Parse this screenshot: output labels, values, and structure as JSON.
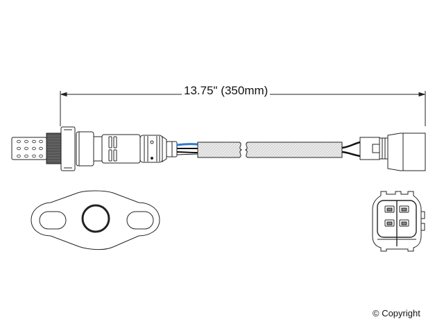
{
  "diagram": {
    "subject": "oxygen-sensor",
    "dimension_label": "13.75\" (350mm)",
    "copyright_label": "© Copyright",
    "parts": [
      {
        "name": "sensor-body",
        "icon": "oxygen-sensor-icon"
      },
      {
        "name": "wire-harness",
        "icon": "cable-icon"
      },
      {
        "name": "connector-plug",
        "icon": "connector-icon"
      },
      {
        "name": "mounting-gasket",
        "icon": "gasket-icon"
      },
      {
        "name": "connector-face",
        "icon": "connector-pinout-icon"
      }
    ],
    "colors": {
      "line": "#222222",
      "wire_blue": "#2b7bd0",
      "wire_black": "#111111",
      "sheath_fill": "#e6e6e6"
    }
  }
}
